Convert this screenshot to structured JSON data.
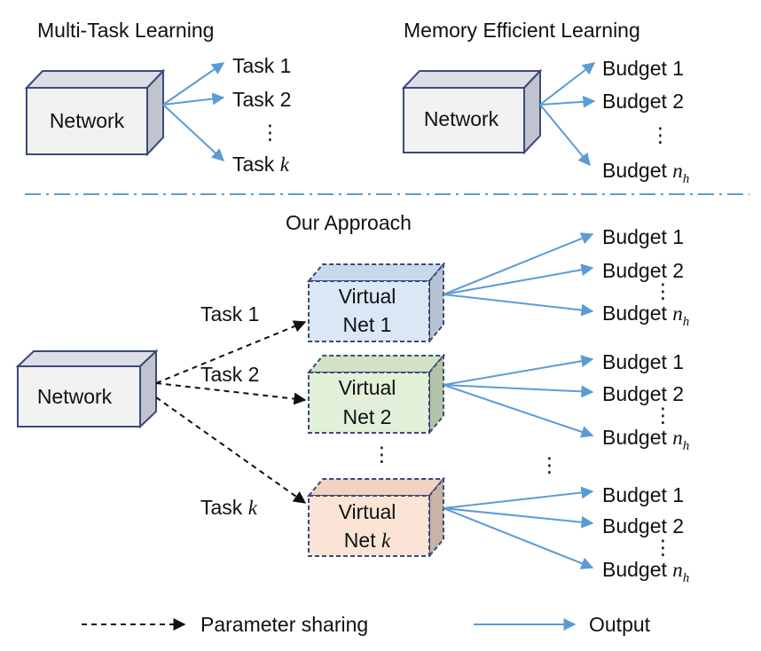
{
  "top_left": {
    "title": "Multi-Task Learning",
    "network": "Network",
    "outputs": [
      "Task 1",
      "Task 2"
    ],
    "last_output_prefix": "Task",
    "last_output_var": "k",
    "dots": "⋮"
  },
  "top_right": {
    "title": "Memory Efficient Learning",
    "network": "Network",
    "outputs": [
      "Budget 1",
      "Budget 2"
    ],
    "last_output_prefix": "Budget",
    "last_output_var": "n",
    "last_output_sub": "h",
    "dots": "⋮"
  },
  "bottom": {
    "title": "Our Approach",
    "network": "Network",
    "virtual_nets": [
      {
        "line1": "Virtual",
        "line2": "Net 1",
        "line2_var": "",
        "task": "Task 1",
        "task_var": ""
      },
      {
        "line1": "Virtual",
        "line2": "Net 2",
        "line2_var": "",
        "task": "Task 2",
        "task_var": ""
      },
      {
        "line1": "Virtual",
        "line2": "Net ",
        "line2_var": "k",
        "task": "Task ",
        "task_var": "k"
      }
    ],
    "budget_labels": [
      "Budget 1",
      "Budget 2"
    ],
    "budget_last_prefix": "Budget",
    "budget_last_var": "n",
    "budget_last_sub": "h",
    "dots": "⋮"
  },
  "legend": {
    "dashed_label": "Parameter sharing",
    "solid_label": "Output"
  },
  "colors": {
    "arrow_blue": "#5b9bd5",
    "network_front": "#f2f2f2",
    "network_side": "#c0c4cc",
    "box_stroke": "#3b4a7a",
    "vnet1_fill": "#dae7f5",
    "vnet2_fill": "#e2efd9",
    "vnetk_fill": "#fbe4d5",
    "divider": "#5b9bd5"
  }
}
